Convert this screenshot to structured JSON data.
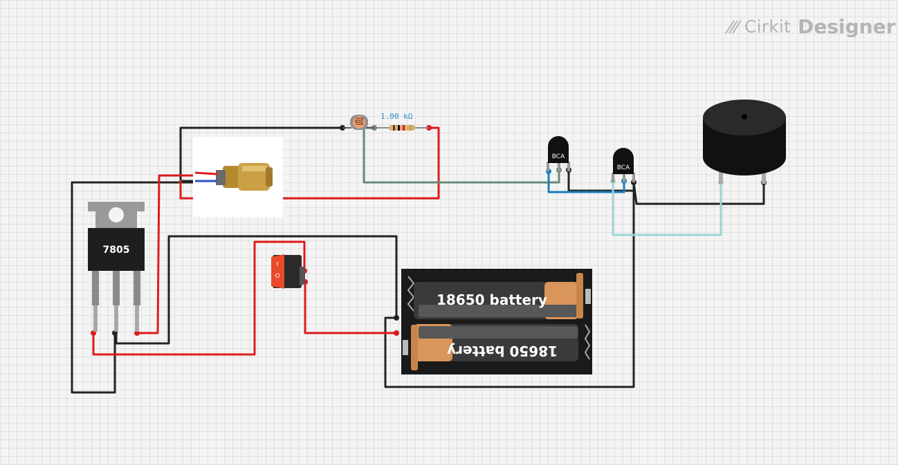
{
  "brand": {
    "name": "Cirkit",
    "product": "Designer"
  },
  "components": {
    "regulator": {
      "label": "7805"
    },
    "resistor": {
      "value": "1.00 kΩ"
    },
    "transistor_1": {
      "label": "BCA"
    },
    "transistor_2": {
      "label": "BCA"
    },
    "switch": {
      "on_symbol": "I",
      "off_symbol": "O"
    },
    "battery_1": {
      "label": "18650 battery"
    },
    "battery_2": {
      "label": "18650 battery"
    }
  },
  "wire_colors": {
    "black": "#222222",
    "red": "#e01a1a",
    "gray_green": "#6a8a78",
    "blue": "#1a7fbf",
    "light_cyan": "#9fd3d3"
  }
}
